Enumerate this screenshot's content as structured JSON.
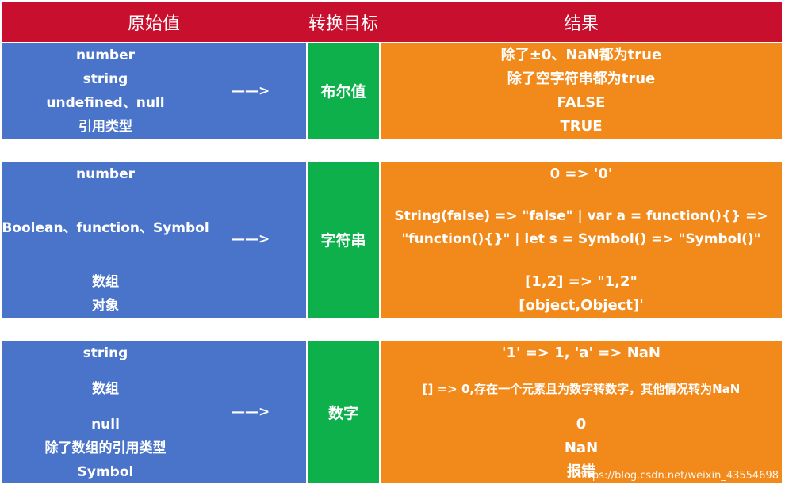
{
  "header": {
    "col1": "原始值",
    "col2": "转换目标",
    "col3": "结果"
  },
  "colors": {
    "header": "#c8102e",
    "source": "#4a74c9",
    "target": "#0eb04c",
    "result": "#f28a1b"
  },
  "arrow": "——>",
  "rows": [
    {
      "target": "布尔值",
      "sources": [
        "number",
        "string",
        "undefined、null",
        "引用类型"
      ],
      "results": [
        "除了±0、NaN都为true",
        "除了空字符串都为true",
        "FALSE",
        "TRUE"
      ]
    },
    {
      "target": "字符串",
      "sources": [
        "number",
        "Boolean、function、Symbol",
        "数组",
        "对象"
      ],
      "results": [
        "0 => '0'",
        "String(false) => \"false\" | var a = function(){} =>",
        "\"function(){}\" | let s = Symbol() => \"Symbol()\"",
        "[1,2] => \"1,2\"",
        "[object,Object]'"
      ]
    },
    {
      "target": "数字",
      "sources": [
        "string",
        "数组",
        "null",
        "除了数组的引用类型",
        "Symbol"
      ],
      "results": [
        "'1' => 1, 'a' => NaN",
        "[] => 0,存在一个元素且为数字转数字，其他情况转为NaN",
        "0",
        "NaN",
        "报错"
      ]
    }
  ],
  "watermark": "https://blog.csdn.net/weixin_43554698"
}
